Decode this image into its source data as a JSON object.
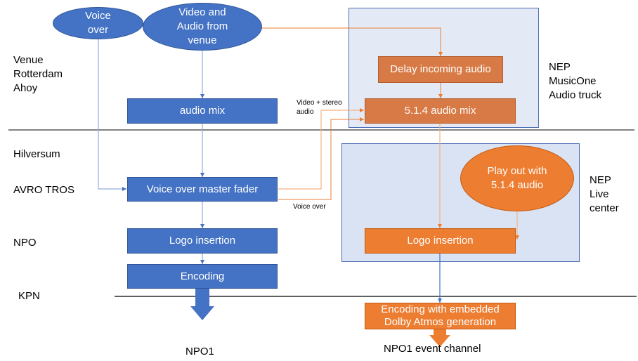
{
  "diagram": {
    "locations": {
      "venue": "Venue\nRotterdam\nAhoy",
      "hilversum": "Hilversum",
      "avro_tros": "AVRO TROS",
      "npo": "NPO",
      "kpn": "KPN"
    },
    "regions": {
      "nep_musicone": "NEP\nMusicOne\nAudio truck",
      "nep_live_center": "NEP\nLive\ncenter"
    },
    "nodes": {
      "voice_over": "Voice\nover",
      "video_audio_venue": "Video and\nAudio from\nvenue",
      "audio_mix": "audio mix",
      "voice_over_master_fader": "Voice over master fader",
      "logo_insertion_npo": "Logo insertion",
      "encoding": "Encoding",
      "delay_incoming_audio": "Delay incoming audio",
      "audio_mix_514": "5.1.4 audio mix",
      "play_out_514": "Play out with\n5.1.4 audio",
      "logo_insertion_nep": "Logo insertion",
      "encoding_dolby": "Encoding with embedded\nDolby Atmos generation"
    },
    "edge_labels": {
      "video_stereo_audio": "Video +  stereo\naudio",
      "voice_over": "Voice over"
    },
    "outputs": {
      "npo1": "NPO1",
      "npo1_event_channel": "NPO1 event channel"
    },
    "colors": {
      "blue": "#4472c4",
      "orange": "#ed7d31",
      "orange_dark": "#d77a45",
      "region_fill": "#dae3f3"
    }
  }
}
